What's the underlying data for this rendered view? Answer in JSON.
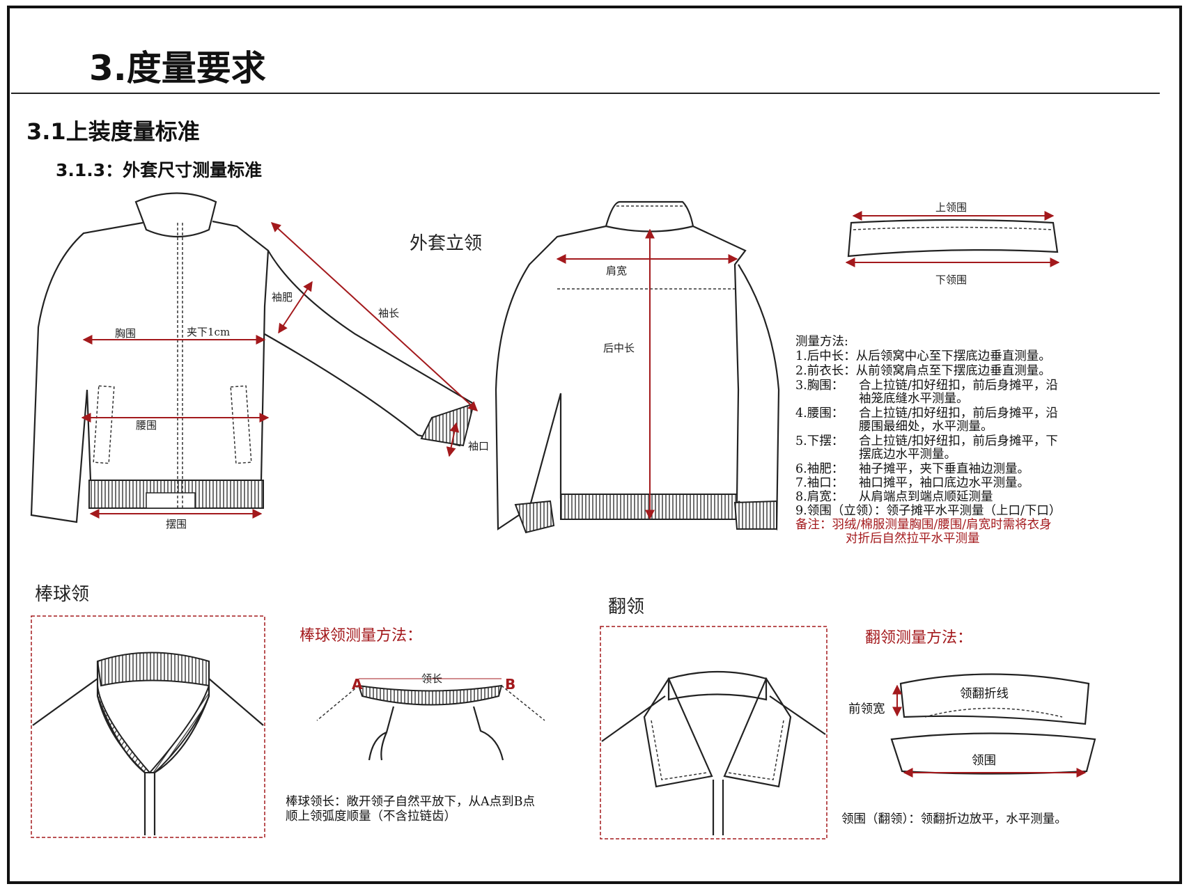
{
  "title": "3.度量要求",
  "section": "3.1上装度量标准",
  "subsection": "3.1.3：外套尺寸测量标准",
  "colors": {
    "accent": "#a3191c",
    "line": "#222222"
  },
  "jacket": {
    "style_label": "外套立领",
    "front_labels": {
      "sleeve_width": "袖肥",
      "sleeve_length": "袖长",
      "chest": "胸围",
      "underarm": "夹下1cm",
      "waist": "腰围",
      "cuff": "袖口",
      "hem": "摆围"
    },
    "back_labels": {
      "shoulder": "肩宽",
      "back_length": "后中长"
    },
    "collar_labels": {
      "upper": "上领围",
      "lower": "下领围"
    }
  },
  "method": {
    "heading": "测量方法:",
    "items": [
      [
        "1.后中长：",
        "从后领窝中心至下摆底边垂直测量。"
      ],
      [
        "2.前衣长：",
        "从前领窝肩点至下摆底边垂直测量。"
      ],
      [
        "3.胸围：",
        "合上拉链/扣好纽扣，前后身摊平，沿",
        "袖笼底缝水平测量。"
      ],
      [
        "4.腰围：",
        "合上拉链/扣好纽扣，前后身摊平，沿",
        "腰围最细处，水平测量。"
      ],
      [
        "5.下摆：",
        "合上拉链/扣好纽扣，前后身摊平，下",
        "摆底边水平测量。"
      ],
      [
        "6.袖肥：",
        "袖子摊平，夹下垂直袖边测量。"
      ],
      [
        "7.袖口：",
        "袖口摊平，袖口底边水平测量。"
      ],
      [
        "8.肩宽：",
        "从肩端点到端点顺延测量"
      ],
      [
        "9.领围",
        "（立领）：领子摊平水平测量（上口/下口）"
      ]
    ],
    "note": [
      "备注：羽绒/棉服测量胸围/腰围/肩宽时需将衣身",
      "对折后自然拉平水平测量"
    ]
  },
  "baseball": {
    "title": "棒球领",
    "method_title": "棒球领测量方法：",
    "point_a": "A",
    "point_b": "B",
    "length_label": "领长",
    "desc": [
      "棒球领长：敞开领子自然平放下，从A点到B点",
      "顺上领弧度顺量（不含拉链齿）"
    ]
  },
  "lapel": {
    "title": "翻领",
    "method_title": "翻领测量方法：",
    "front_width": "前领宽",
    "fold_line": "领翻折线",
    "neck": "领围",
    "desc": "领围（翻领）：领翻折边放平，水平测量。"
  }
}
